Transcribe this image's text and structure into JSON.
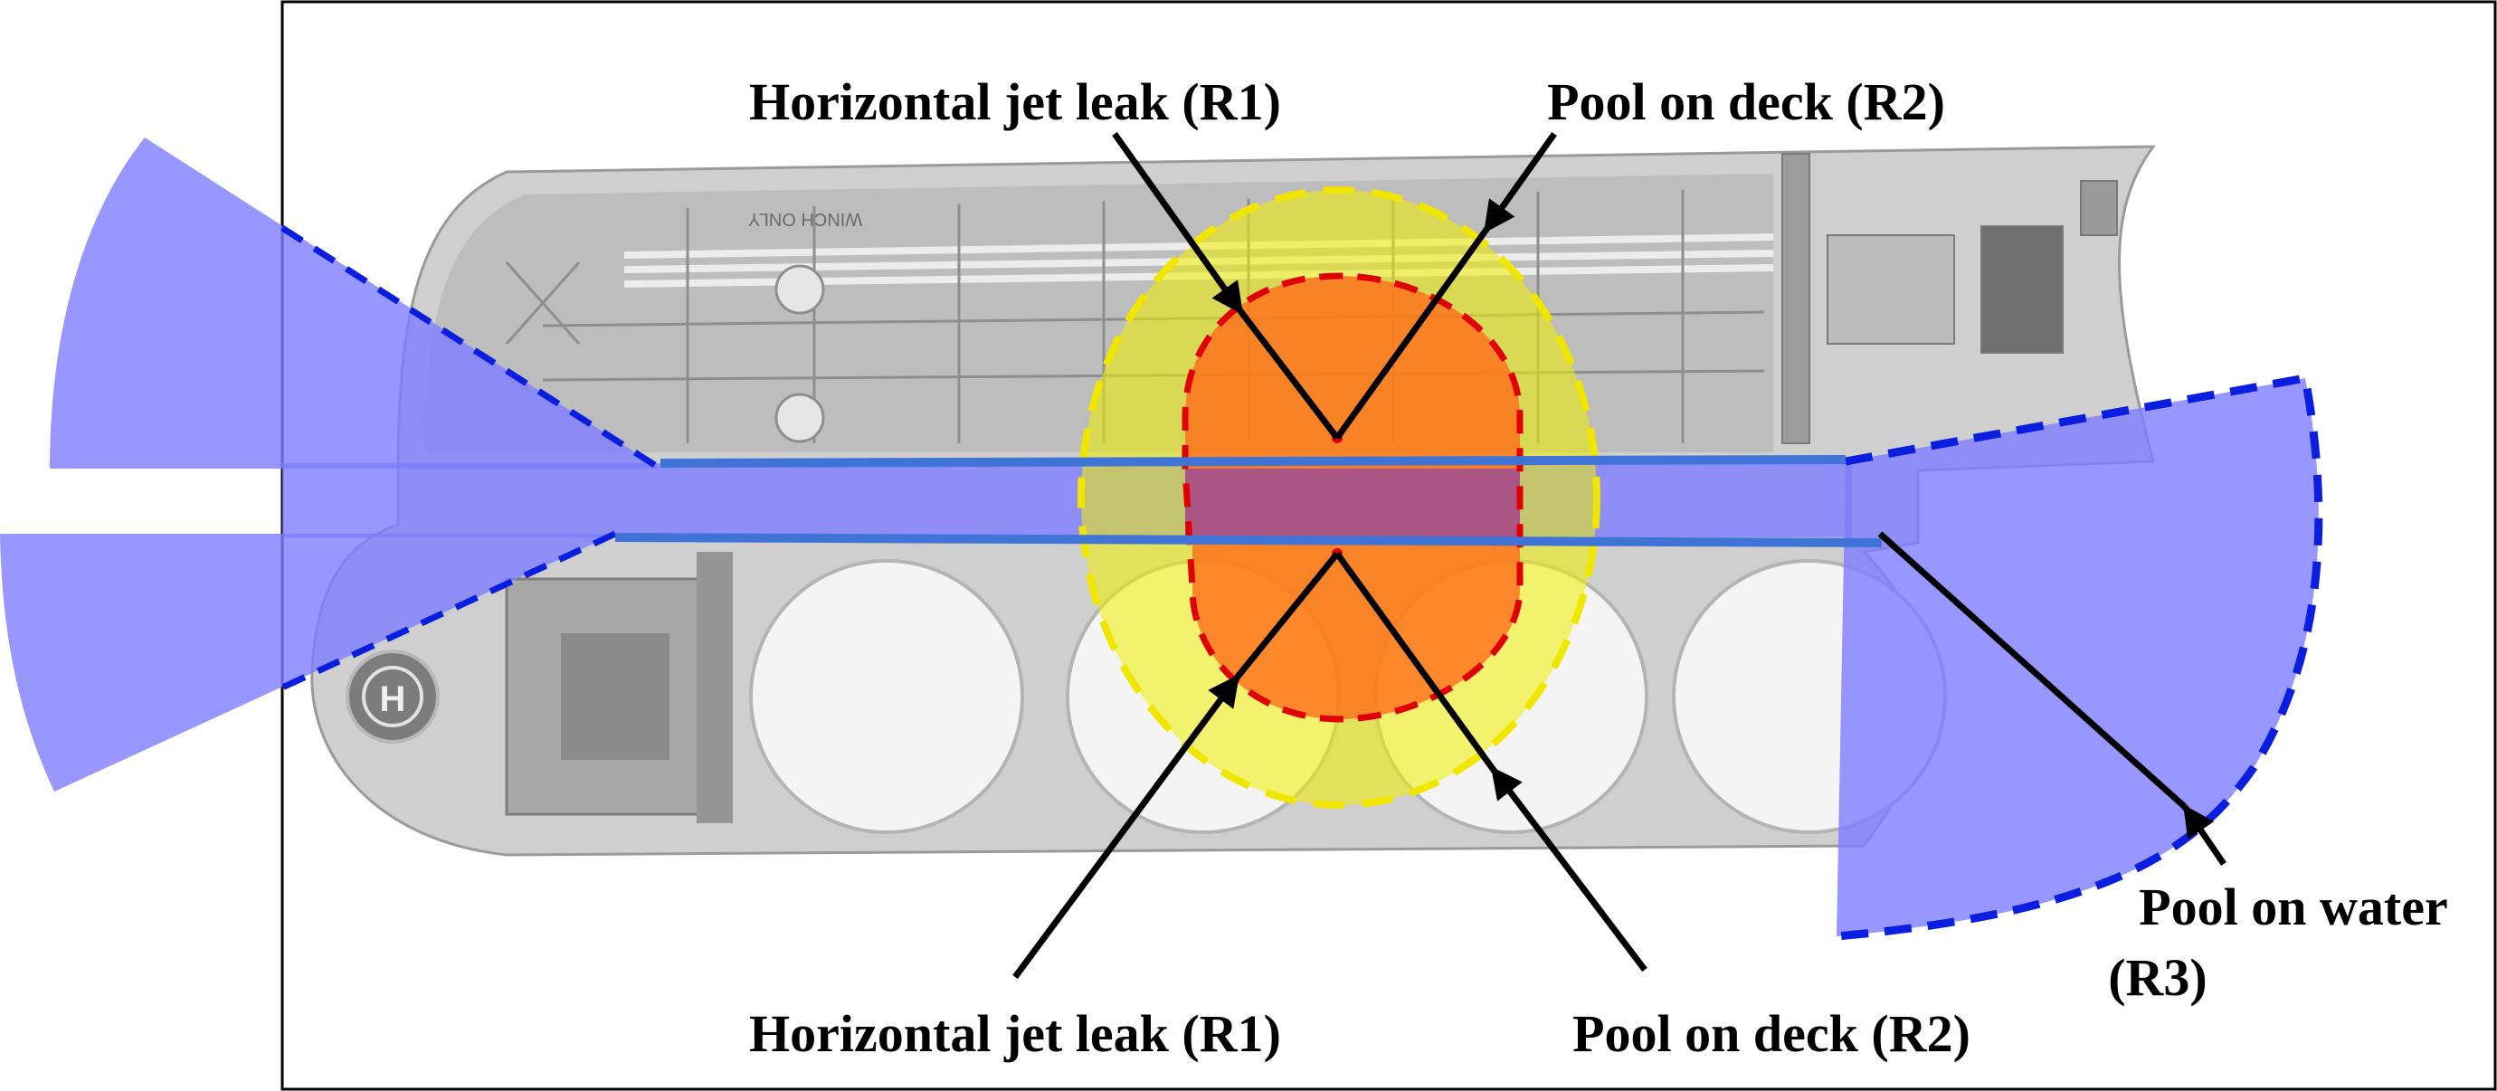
{
  "labels": {
    "jet_top": "Horizontal jet leak (R1)",
    "pool_deck_top": "Pool on deck (R2)",
    "jet_bottom": "Horizontal jet leak (R1)",
    "pool_deck_bottom": "Pool on deck (R2)",
    "pool_water_line1": "Pool on water",
    "pool_water_line2": "(R3)"
  },
  "deck_marking": "WINCH ONLY",
  "helipad_letter": "H",
  "colors": {
    "r1_jet_zone": "#ff6b1a",
    "r1_jet_outline": "#e00000",
    "r2_deck_pool_zone": "#f3f000",
    "r2_deck_pool_outline": "#f0e600",
    "r3_water_pool_zone": "#7d7dff",
    "r3_water_pool_outline": "#0a1ee0",
    "pipe_rack": "#3f74d6",
    "frame": "#000000"
  }
}
